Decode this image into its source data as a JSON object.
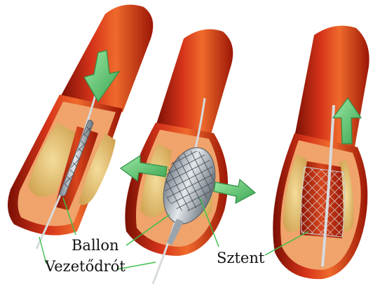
{
  "labels": {
    "ballon": "Ballon",
    "sztent": "Sztent",
    "vezetodrot": "Vezetődrót"
  },
  "colors": {
    "vessel_outer": "#c8230e",
    "vessel_highlight": "#ea5a22",
    "vessel_shadow": "#7a1004",
    "plaque": "#e8c77a",
    "intima": "#f3a070",
    "lumen": "#b01c08",
    "arrow_fill": "#5fcf74",
    "arrow_stroke": "#2f8f45",
    "balloon": "#a9b2bb",
    "stent": "#5a5f66",
    "leader": "#3bbf4a"
  },
  "arrows": [
    {
      "stage": 1,
      "direction": "down"
    },
    {
      "stage": 2,
      "direction": "left"
    },
    {
      "stage": 2,
      "direction": "right"
    },
    {
      "stage": 3,
      "direction": "up"
    }
  ],
  "stages": [
    {
      "step": 1,
      "device": "guidewire with deflated balloon and stent"
    },
    {
      "step": 2,
      "device": "inflated balloon expanding stent"
    },
    {
      "step": 3,
      "device": "deployed stent, balloon withdrawn"
    }
  ]
}
